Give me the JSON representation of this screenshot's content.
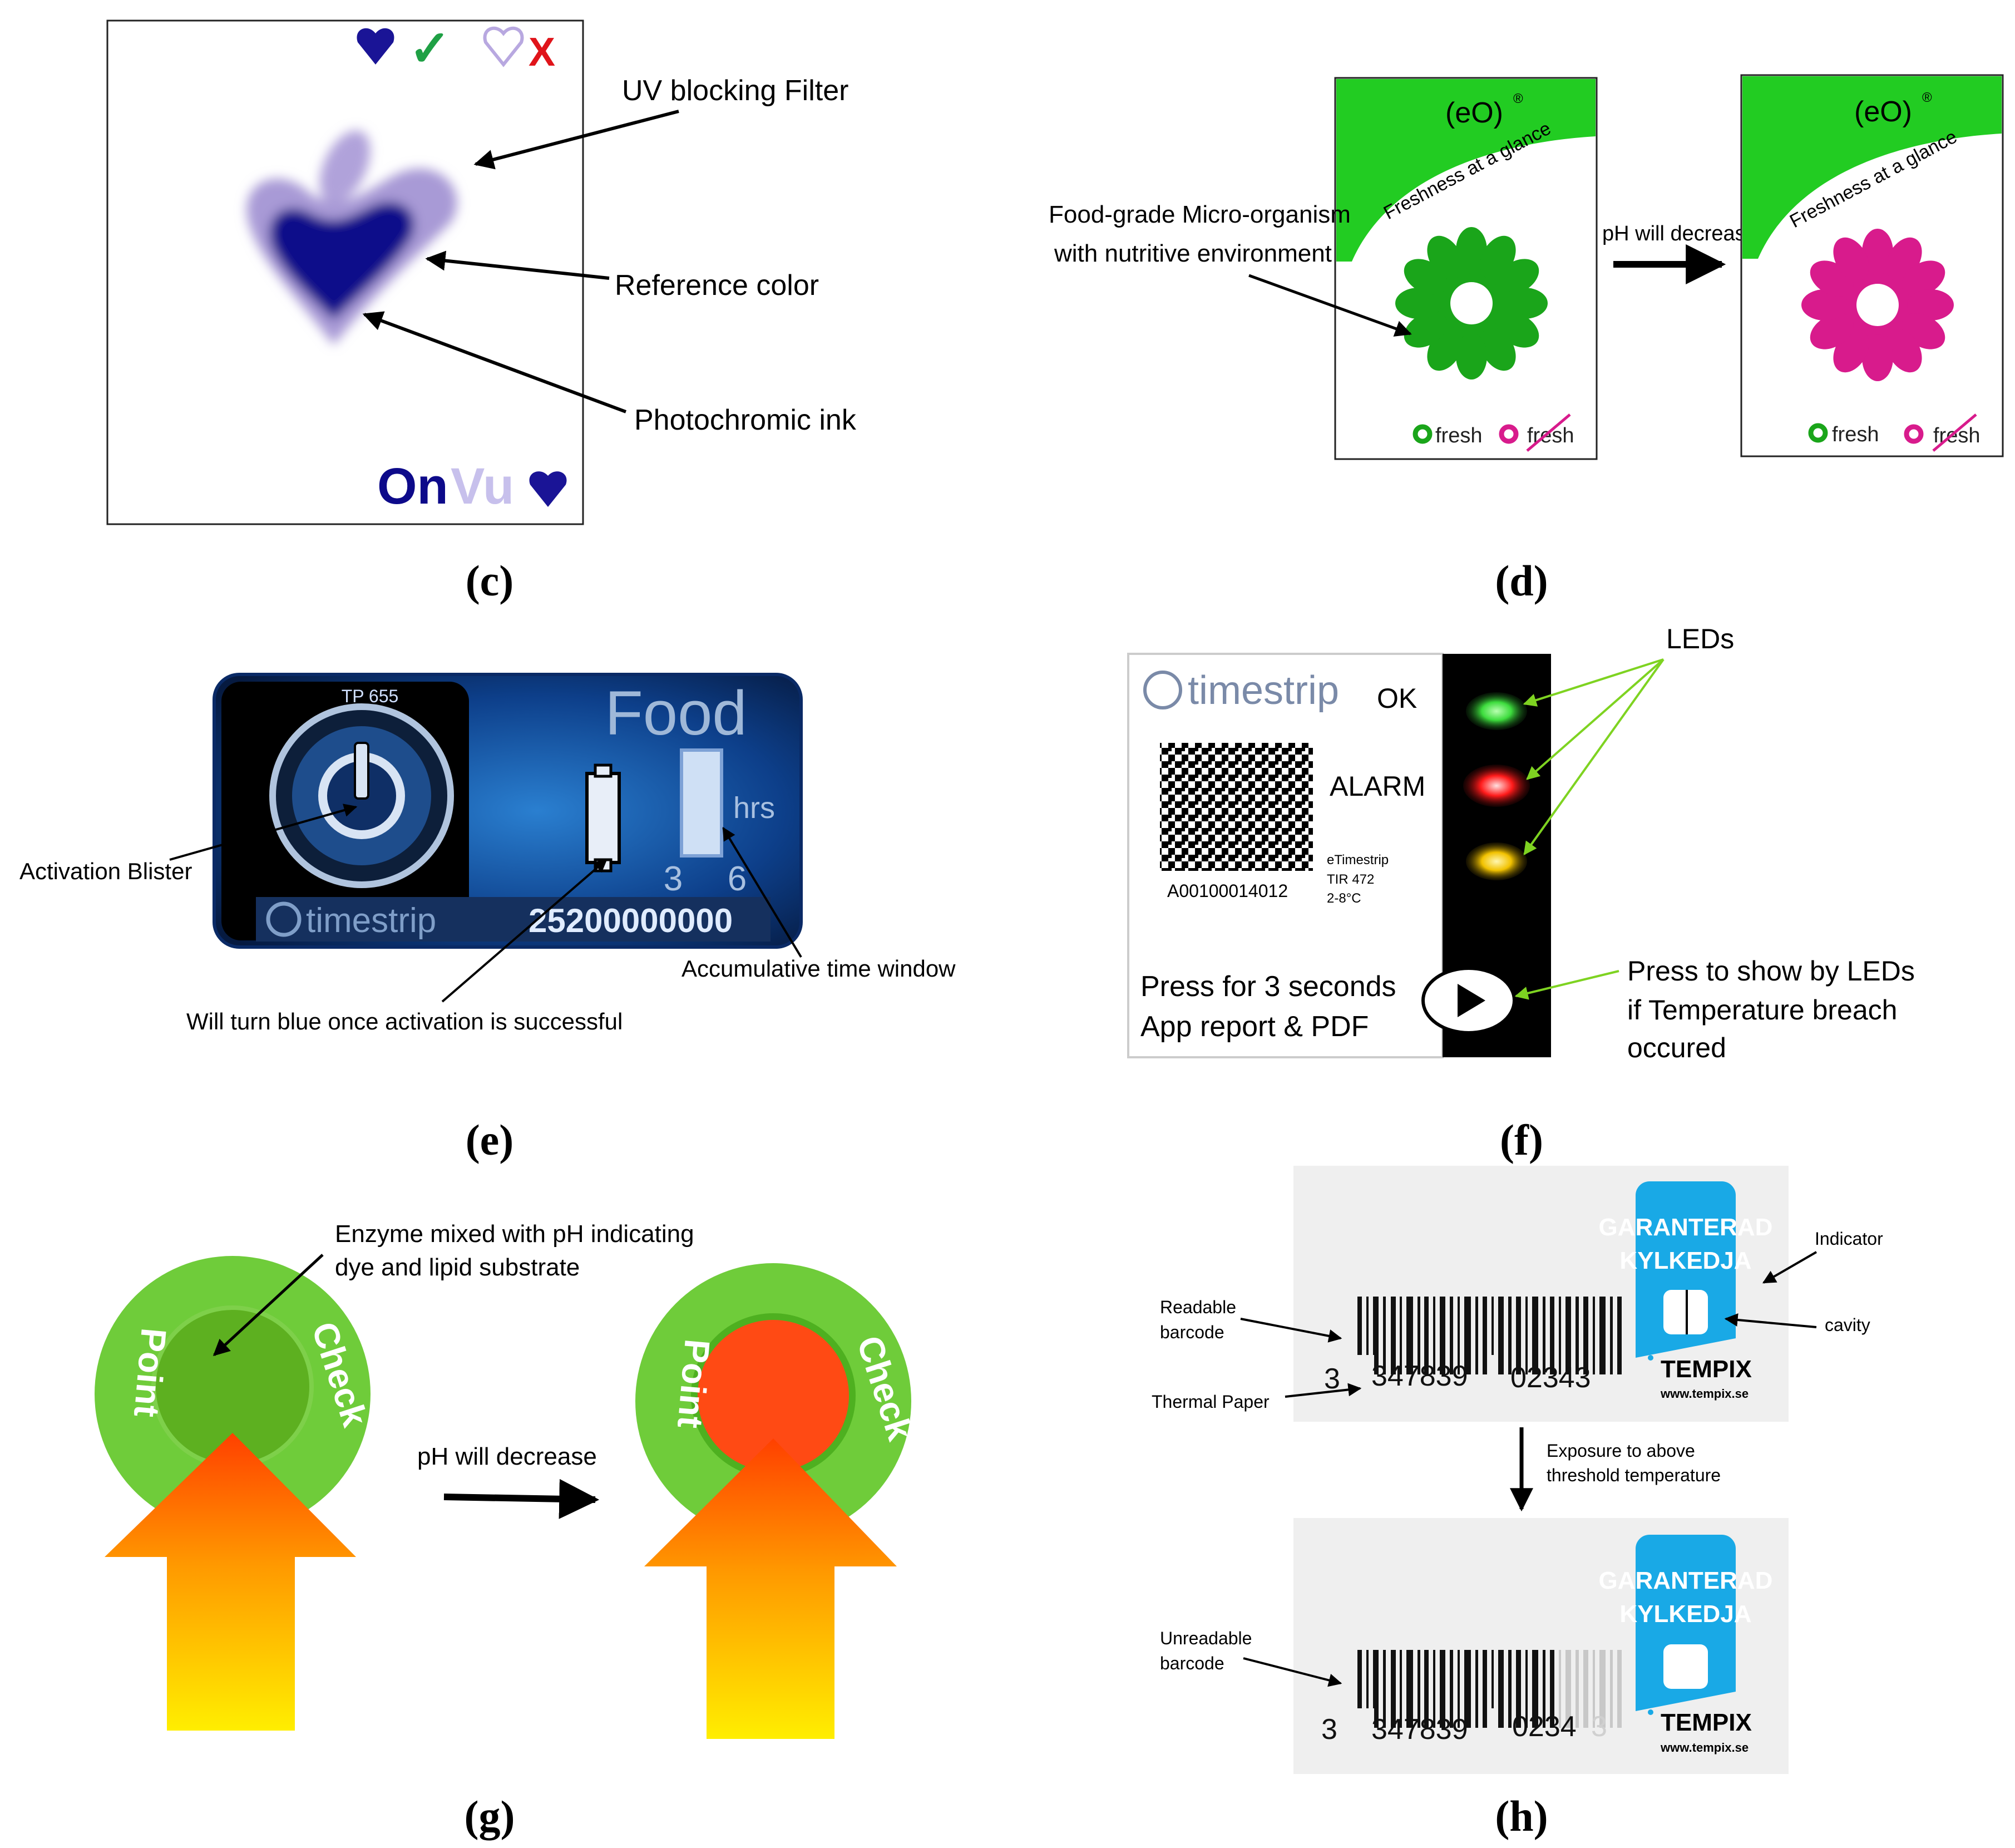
{
  "captions": {
    "c": "(c)",
    "d": "(d)",
    "e": "(e)",
    "f": "(f)",
    "g": "(g)",
    "h": "(h)"
  },
  "panel_c": {
    "logo_on": "On",
    "logo_vu": "Vu",
    "ok_mark": "✓",
    "bad_mark": "X",
    "label_uv": "UV blocking Filter",
    "label_ref": "Reference color",
    "label_ink": "Photochromic ink",
    "colors": {
      "reference": "#0d0a8a",
      "photochromic": "#a89ad6",
      "check": "#1fa045",
      "cross": "#e0141a"
    }
  },
  "panel_d": {
    "brand": "(eO)",
    "reg": "®",
    "tagline": "Freshness at a glance",
    "label_organism_1": "Food-grade Micro-organism",
    "label_organism_2": "with nutritive environment",
    "arrow_label": "pH will decrease",
    "legend_fresh": "fresh",
    "legend_not_fresh": "fresh",
    "colors": {
      "green": "#1aa51a",
      "pink": "#d81b8c",
      "header": "#22cc22"
    }
  },
  "panel_e": {
    "model": "TP 655",
    "food": "Food",
    "hrs": "hrs",
    "tick_3": "3",
    "tick_6": "6",
    "brand": "timestrip",
    "serial": "25200000000",
    "label_blister": "Activation Blister",
    "label_window": "Accumulative time window",
    "label_blue": "Will turn blue once activation is successful"
  },
  "panel_f": {
    "brand": "timestrip",
    "ok": "OK",
    "alarm": "ALARM",
    "product_1": "eTimestrip",
    "product_2": "TIR 472",
    "product_3": "2-8°C",
    "code": "A00100014012",
    "press_1": "Press for 3 seconds",
    "press_2": "App report & PDF",
    "leds_label": "LEDs",
    "show_1": "Press to show by LEDs",
    "show_2": "if Temperature breach",
    "show_3": "occured",
    "colors": {
      "green_led": "#3ddc3d",
      "red_led": "#ff1a1a",
      "yellow_led": "#f2c200"
    }
  },
  "panel_g": {
    "label_1": "Enzyme mixed with pH indicating",
    "label_2": "dye and lipid substrate",
    "arrow_label": "pH will decrease",
    "word_check": "Check",
    "word_point": "Point",
    "colors": {
      "ring": "#6fcc3a",
      "center_before": "#5db020",
      "center_after": "#ff4a14"
    }
  },
  "panel_h": {
    "brand_1": "GARANTERAD",
    "brand_2": "KYLKEDJA",
    "tempix": "TEMPIX",
    "site": "www.tempix.se",
    "label_indicator": "Indicator",
    "label_cavity": "cavity",
    "label_readable_1": "Readable",
    "label_readable_2": "barcode",
    "label_thermal": "Thermal Paper",
    "label_exposure_1": "Exposure to above",
    "label_exposure_2": "threshold temperature",
    "label_unreadable_1": "Unreadable",
    "label_unreadable_2": "barcode",
    "code_lead": "3",
    "code_left": "347839",
    "code_right": "02343",
    "code_right_faded": "0234",
    "code_ghost": "3",
    "colors": {
      "blue": "#19a9e6"
    }
  }
}
